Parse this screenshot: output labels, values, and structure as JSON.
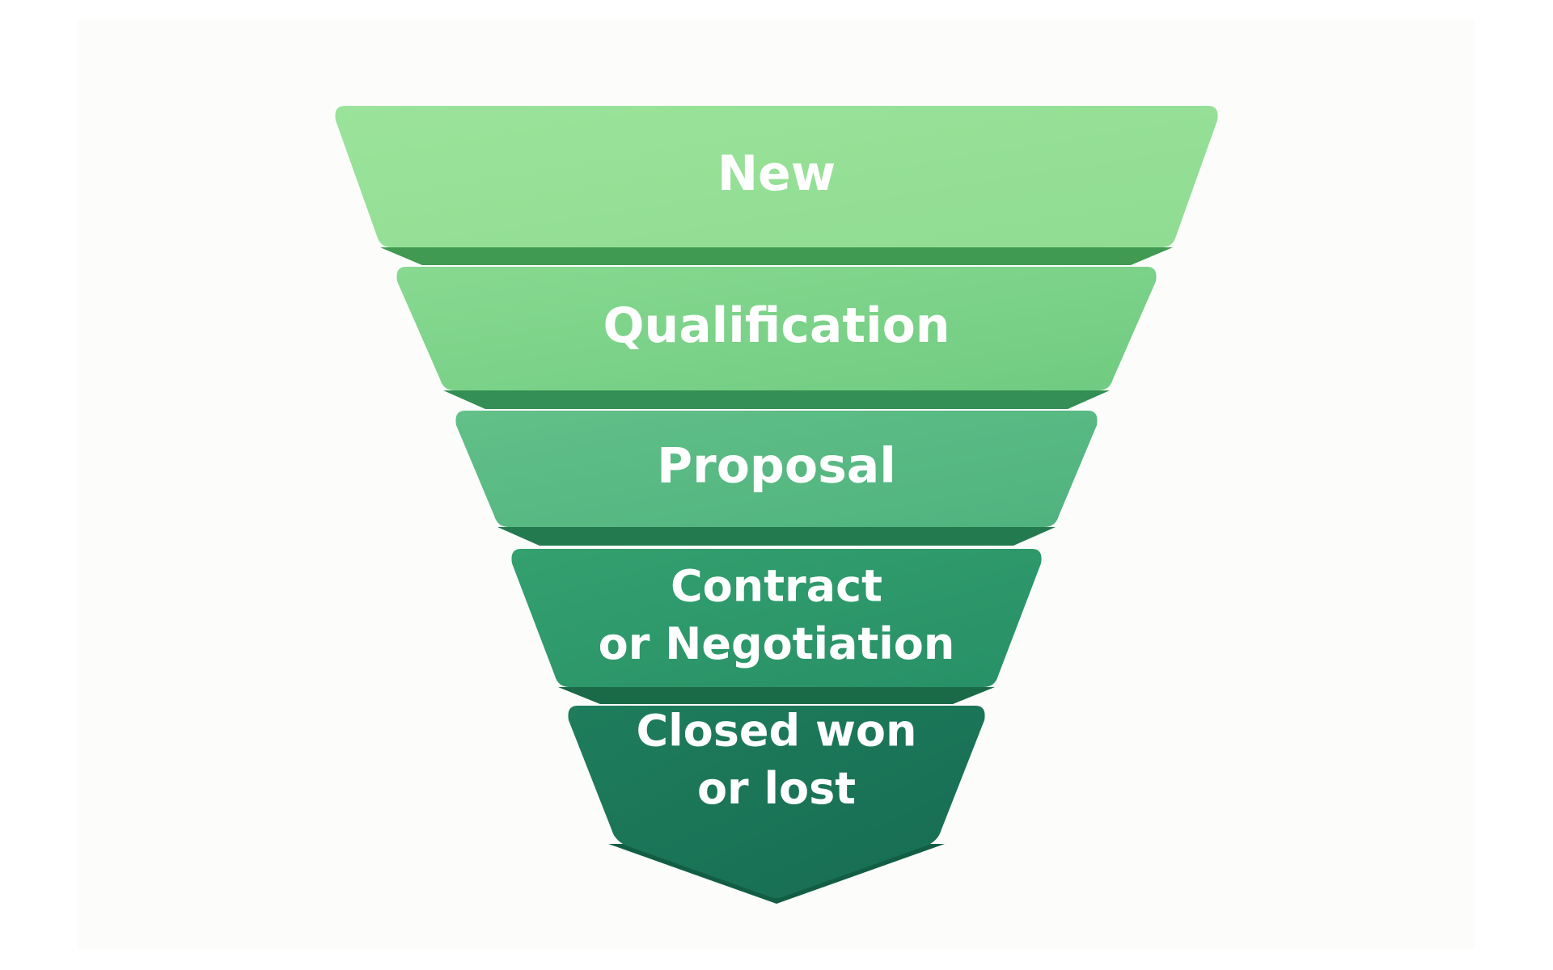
{
  "diagram": {
    "type": "funnel",
    "title": "Sales pipeline stages",
    "stages": [
      {
        "lines": [
          "New"
        ],
        "face_color": "#9be39a",
        "face_color_2": "#8fdc92",
        "band_color": "#409a51"
      },
      {
        "lines": [
          "Qualification"
        ],
        "face_color": "#88d990",
        "face_color_2": "#6fcb81",
        "band_color": "#338f55"
      },
      {
        "lines": [
          "Proposal"
        ],
        "face_color": "#62c088",
        "face_color_2": "#4fb27e",
        "band_color": "#237a4f"
      },
      {
        "lines": [
          "Contract",
          "or Negotiation"
        ],
        "face_color": "#34a06f",
        "face_color_2": "#279066",
        "band_color": "#1a6a47"
      },
      {
        "lines": [
          "Closed won",
          "or lost"
        ],
        "face_color": "#1e7d5c",
        "face_color_2": "#176c52",
        "band_color": "#125e45"
      }
    ]
  }
}
